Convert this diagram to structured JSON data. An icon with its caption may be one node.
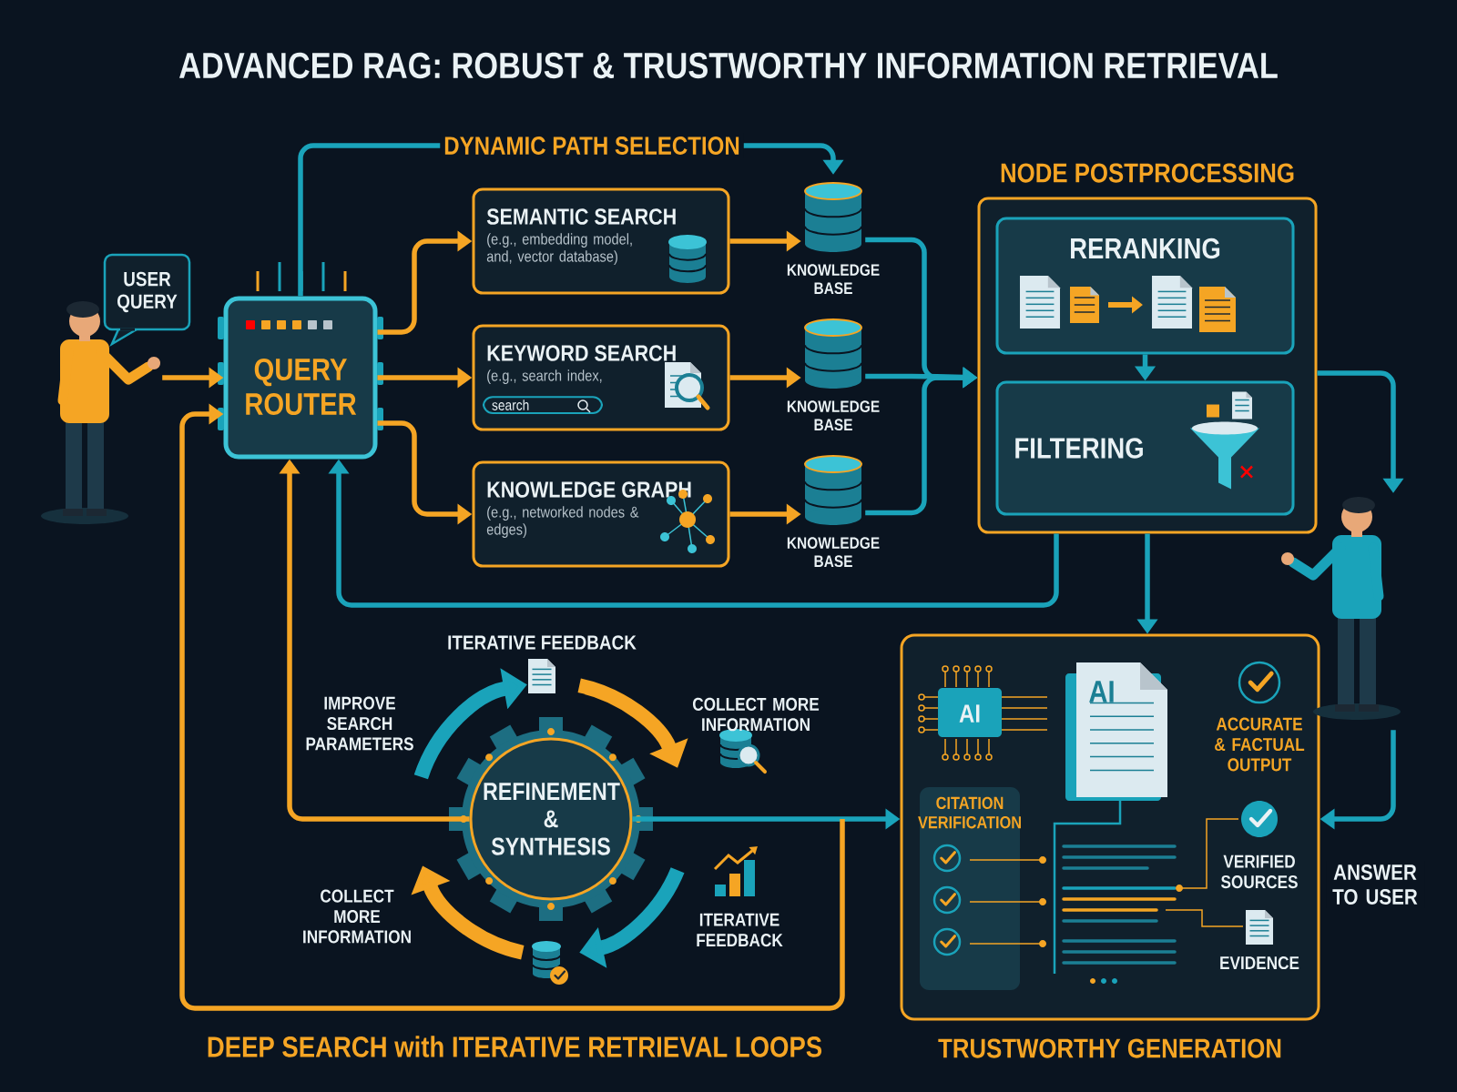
{
  "diagram": {
    "title": "ADVANCED RAG: ROBUST & TRUSTWORTHY INFORMATION RETRIEVAL",
    "nodes": [
      {
        "text": [
          "USER QUERY"
        ]
      },
      {
        "text": [],
        "shape": "person"
      },
      {
        "text": [
          "QUERY ROUTER"
        ]
      },
      {
        "text": [
          "SEMANTIC SEARCH",
          "(e.g., embedding model, and, vector database)"
        ]
      },
      {
        "text": [
          "KEYWORD SEARCH",
          "(e.g., search index,",
          "search"
        ]
      },
      {
        "text": [
          "KNOWLEDGE GRAPH",
          "(e.g., networked nodes & edges)"
        ]
      },
      {
        "text": [
          "KNOWLEDGE BASE"
        ]
      },
      {
        "text": [
          "KNOWLEDGE BASE"
        ]
      },
      {
        "text": [
          "KNOWLEDGE BASE"
        ]
      },
      {
        "text": [
          "NODE POSTPROCESSING"
        ]
      },
      {
        "text": [
          "RERANKING"
        ],
        "in": 9
      },
      {
        "text": [
          "FILTERING"
        ],
        "in": 9
      },
      {
        "text": [
          "TRUSTWORTHY GENERATION"
        ]
      },
      {
        "text": [
          "CITATION VERIFICATION"
        ],
        "in": 12
      },
      {
        "text": [
          "REFINEMENT & SYNTHESIS"
        ]
      },
      {
        "text": [],
        "shape": "person"
      }
    ],
    "edges": [
      {
        "from": 1,
        "to": 2,
        "arrow": "to",
        "color": "#f5a524"
      },
      {
        "from": 2,
        "to": 3,
        "arrow": "to",
        "color": "#f5a524"
      },
      {
        "from": 2,
        "to": 4,
        "arrow": "to",
        "color": "#f5a524"
      },
      {
        "from": 2,
        "to": 5,
        "arrow": "to",
        "color": "#f5a524"
      },
      {
        "from": 3,
        "to": 6,
        "arrow": "to",
        "color": "#f5a524"
      },
      {
        "from": 4,
        "to": 7,
        "arrow": "to",
        "color": "#f5a524"
      },
      {
        "from": 5,
        "to": 8,
        "arrow": "to",
        "color": "#f5a524"
      },
      {
        "from": 6,
        "to": 9,
        "arrow": "to"
      },
      {
        "from": 7,
        "to": 9,
        "arrow": "to"
      },
      {
        "from": 8,
        "to": 9,
        "arrow": "to"
      },
      {
        "from": 2,
        "to": 6,
        "arrow": "to",
        "label": "DYNAMIC PATH SELECTION"
      },
      {
        "from": 10,
        "to": 11,
        "arrow": "to"
      },
      {
        "from": 9,
        "to": 12,
        "arrow": "to"
      },
      {
        "from": 9,
        "to": 2,
        "arrow": "to"
      },
      {
        "from": 9,
        "to": 15,
        "arrow": "to"
      },
      {
        "from": 15,
        "to": 12,
        "arrow": "to",
        "label": "ANSWER TO USER"
      },
      {
        "from": 14,
        "to": 12,
        "arrow": "to"
      },
      {
        "from": 14,
        "to": 2,
        "arrow": "to",
        "color": "#f5a524"
      },
      {
        "from": null,
        "to": 2,
        "arrow": "to",
        "color": "#f5a524"
      }
    ],
    "labels": [
      "ITERATIVE FEEDBACK",
      "IMPROVE SEARCH PARAMETERS",
      "COLLECT MORE INFORMATION",
      "AI",
      "AI",
      "ACCURATE & FACTUAL OUTPUT",
      "VERIFIED SOURCES",
      "COLLECT MORE INFORMATION",
      "ITERATIVE FEEDBACK",
      "EVIDENCE",
      "DEEP SEARCH with ITERATIVE RETRIEVAL LOOPS"
    ]
  }
}
